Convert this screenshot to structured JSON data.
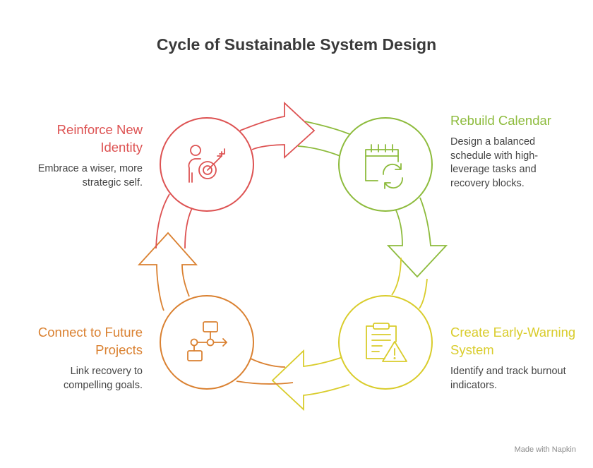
{
  "title": "Cycle of Sustainable System Design",
  "stages": [
    {
      "heading": "Rebuild Calendar",
      "description": "Design a balanced schedule with high-leverage tasks and recovery blocks.",
      "icon": "calendar-refresh-icon",
      "color": "#8DBB3C"
    },
    {
      "heading": "Create Early-Warning System",
      "description": "Identify and track burnout indicators.",
      "icon": "clipboard-warning-icon",
      "color": "#D9CC2B"
    },
    {
      "heading": "Connect to Future Projects",
      "description": "Link recovery to compelling goals.",
      "icon": "flowchart-icon",
      "color": "#DA8131"
    },
    {
      "heading": "Reinforce New Identity",
      "description": "Embrace a wiser, more strategic self.",
      "icon": "person-target-icon",
      "color": "#DD5252"
    }
  ],
  "watermark": "Made with Napkin"
}
